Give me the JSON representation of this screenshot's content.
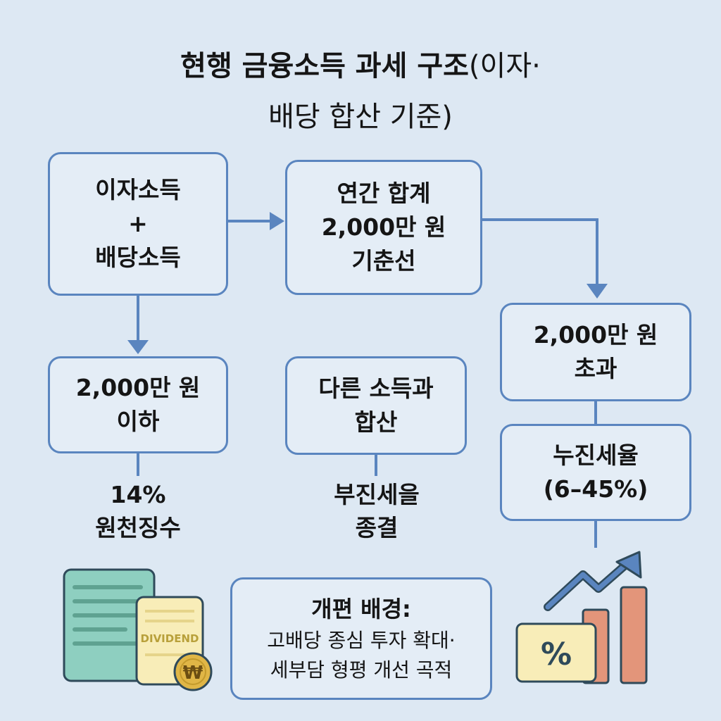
{
  "title": {
    "main": "현행 금융소득 과세 구조",
    "sub1": "(이자·",
    "sub2": "배당 합산 기준)"
  },
  "boxes": {
    "income": [
      "이자소득",
      "+",
      "배당소득"
    ],
    "threshold": [
      "연간 합계",
      "2,000만 원",
      "기춘선"
    ],
    "below": [
      "2,000만 원",
      "이하"
    ],
    "merge": [
      "다른 소득과",
      "합산"
    ],
    "above": [
      "2,000만 원",
      "초과"
    ],
    "progressive": [
      "누진세율",
      "(6–45%)"
    ]
  },
  "labels": {
    "withholding": [
      "14%",
      "원천징수"
    ],
    "progressive_end": [
      "부진세을",
      "종결"
    ]
  },
  "background": {
    "title": "개편 배경:",
    "line1": "고배당 종심 투자 확대·",
    "line2": "세부담 형평 개선 곡적"
  },
  "icons": {
    "doc_text": "DIVIDEND",
    "coin_symbol": "₩",
    "percent_symbol": "%"
  },
  "colors": {
    "background": "#dde8f3",
    "box_border": "#5a85bf",
    "arrow": "#5a85bf",
    "bar": "#e3957a",
    "doc_green": "#8ecfc0",
    "doc_yellow": "#f8edb8"
  }
}
